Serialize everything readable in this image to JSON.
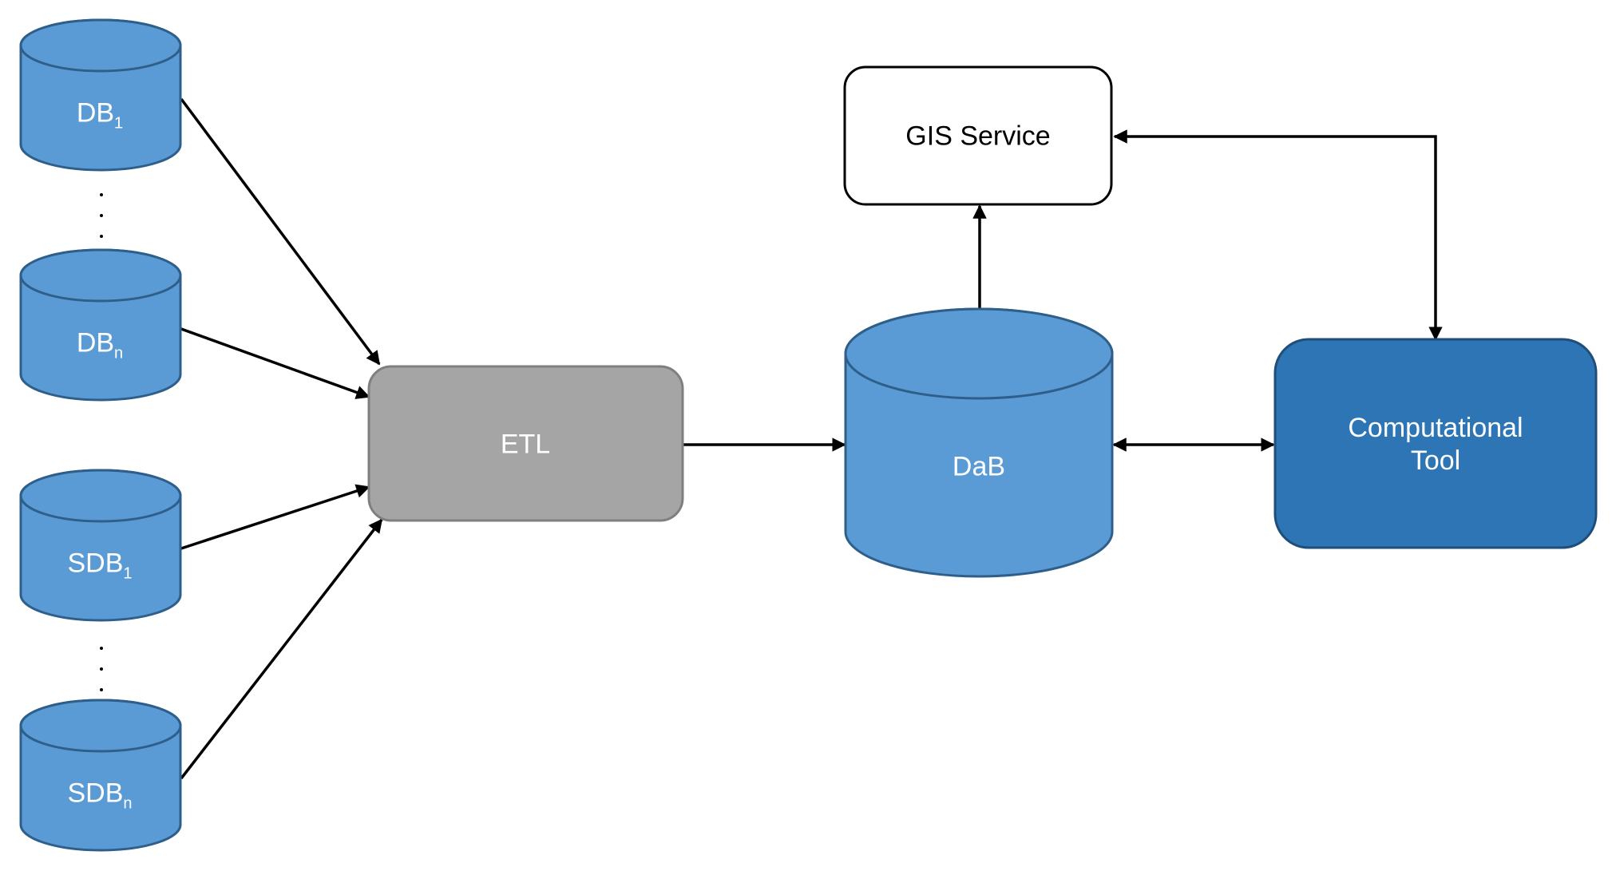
{
  "nodes": {
    "db1": {
      "main": "DB",
      "sub": "1"
    },
    "dbn": {
      "main": "DB",
      "sub": "n"
    },
    "sdb1": {
      "main": "SDB",
      "sub": "1"
    },
    "sdbn": {
      "main": "SDB",
      "sub": "n"
    },
    "etl": {
      "label": "ETL"
    },
    "dab": {
      "label": "DaB"
    },
    "gis": {
      "label": "GIS Service"
    },
    "tool": {
      "line1": "Computational",
      "line2": "Tool"
    }
  },
  "colors": {
    "cylinder_fill": "#5b9bd5",
    "cylinder_stroke": "#2e5f8a",
    "tool_fill": "#2e75b6",
    "tool_stroke": "#1f4e79",
    "etl_fill": "#a5a5a5",
    "etl_stroke": "#7f7f7f",
    "gis_fill": "#ffffff",
    "gis_stroke": "#000000",
    "arrow": "#000000"
  }
}
